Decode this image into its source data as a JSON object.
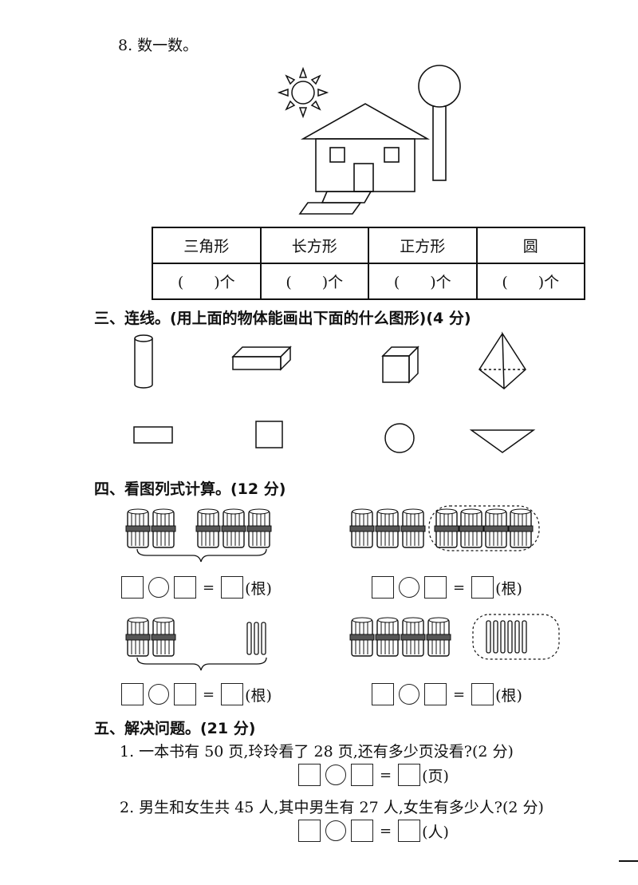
{
  "q8": {
    "title": "8. 数一数。"
  },
  "count_table": {
    "headers": [
      "三角形",
      "长方形",
      "正方形",
      "圆"
    ],
    "answer": "(　　)个"
  },
  "section3": {
    "title": "三、连线。(用上面的物体能画出下面的什么图形)(4 分)"
  },
  "section4": {
    "title": "四、看图列式计算。(12 分)",
    "unit": "(根)"
  },
  "section5": {
    "title": "五、解决问题。(21 分)",
    "p1": {
      "text": "1. 一本书有 50 页,玲玲看了 28 页,还有多少页没看?(2 分)",
      "unit": "(页)"
    },
    "p2": {
      "text": "2. 男生和女生共 45 人,其中男生有 27 人,女生有多少人?(2 分)",
      "unit": "(人)"
    }
  },
  "equals_sign": "="
}
